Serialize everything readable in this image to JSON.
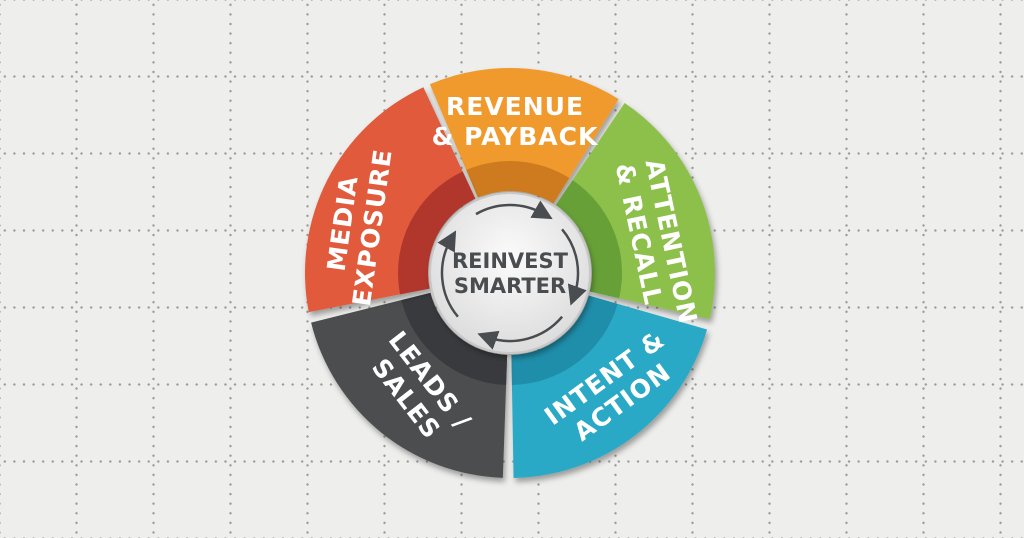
{
  "center": {
    "line1": "REINVEST",
    "line2": "SMARTER"
  },
  "segments": [
    {
      "line1": "REVENUE",
      "line2": "& PAYBACK",
      "color": "#f09a2e",
      "dark": "#c8761c"
    },
    {
      "line1": "ATTENTION",
      "line2": "& RECALL",
      "color": "#8cc04b",
      "dark": "#5f9a34"
    },
    {
      "line1": "INTENT &",
      "line2": "ACTION",
      "color": "#2aa9c6",
      "dark": "#1d8aa4"
    },
    {
      "line1": "LEADS /",
      "line2": "SALES",
      "color": "#4b4e50",
      "dark": "#353739"
    },
    {
      "line1": "MEDIA",
      "line2": "EXPOSURE",
      "color": "#e05a3a",
      "dark": "#a8302a"
    }
  ]
}
